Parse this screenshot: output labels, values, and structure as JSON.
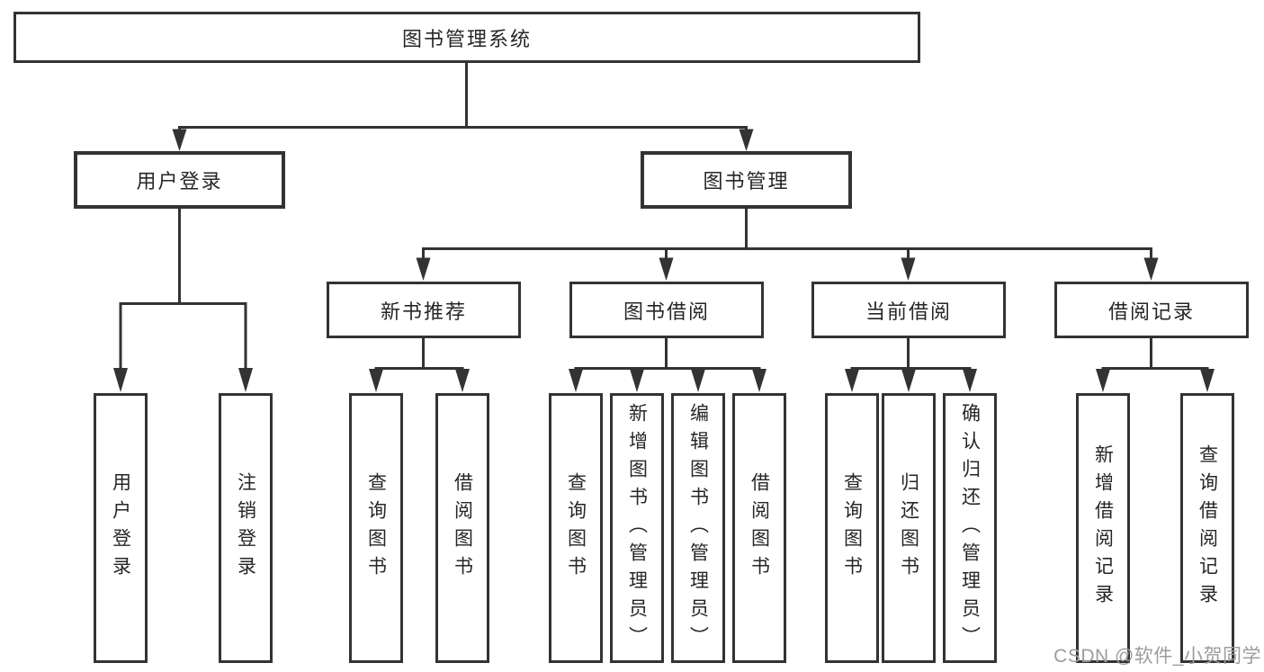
{
  "diagram_type": "hierarchy-tree",
  "watermark": "CSDN @软件_小贺同学",
  "colors": {
    "background": "#ffffff",
    "line": "#333333",
    "box_border": "#333333",
    "text": "#262626",
    "watermark": "#9c9c9c"
  },
  "tree": {
    "root": {
      "label": "图书管理系统"
    },
    "branches": [
      {
        "label": "用户登录",
        "children": [
          {
            "label": "用户登录"
          },
          {
            "label": "注销登录"
          }
        ]
      },
      {
        "label": "图书管理",
        "children": [
          {
            "label": "新书推荐",
            "children": [
              {
                "label": "查询图书"
              },
              {
                "label": "借阅图书"
              }
            ]
          },
          {
            "label": "图书借阅",
            "children": [
              {
                "label": "查询图书"
              },
              {
                "label": "新增图书（管理员）"
              },
              {
                "label": "编辑图书（管理员）"
              },
              {
                "label": "借阅图书"
              }
            ]
          },
          {
            "label": "当前借阅",
            "children": [
              {
                "label": "查询图书"
              },
              {
                "label": "归还图书"
              },
              {
                "label": "确认归还（管理员）"
              }
            ]
          },
          {
            "label": "借阅记录",
            "children": [
              {
                "label": "新增借阅记录"
              },
              {
                "label": "查询借阅记录"
              }
            ]
          }
        ]
      }
    ]
  }
}
